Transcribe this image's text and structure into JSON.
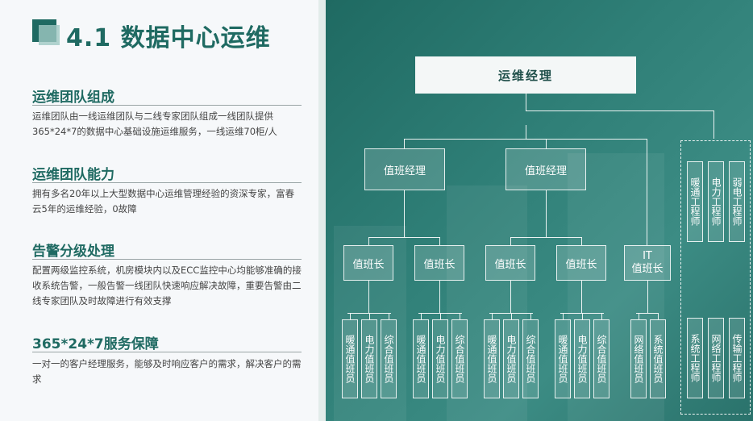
{
  "page_title": "4.1 数据中心运维",
  "sections": [
    {
      "heading": "运维团队组成",
      "body": "运维团队由一线运维团队与二线专家团队组成一线团队提供365*24*7的数据中心基础设施运维服务，一线运维70柜/人"
    },
    {
      "heading": "运维团队能力",
      "body": "拥有多名20年以上大型数据中心运维管理经验的资深专家，富春云5年的运维经验，0故障"
    },
    {
      "heading": "告警分级处理",
      "body": "配置两级监控系统，机房模块内以及ECC监控中心均能够准确的接收系统告警，一般告警一线团队快速响应解决故障，重要告警由二线专家团队及时故障进行有效支撑"
    },
    {
      "heading": "365*24*7服务保障",
      "body": "一对一的客户经理服务，能够及时响应客户的需求，解决客户的需求"
    }
  ],
  "org": {
    "manager": "运维经理",
    "shift_managers": [
      "值班经理",
      "值班经理"
    ],
    "team_leaders": [
      "值班长",
      "值班长",
      "值班长",
      "值班长",
      "IT\n值班长"
    ],
    "duty_staff": [
      [
        "暖通值班员",
        "电力值班员",
        "综合值班员"
      ],
      [
        "暖通值班员",
        "电力值班员",
        "综合值班员"
      ],
      [
        "暖通值班员",
        "电力值班员",
        "综合值班员"
      ],
      [
        "暖通值班员",
        "电力值班员",
        "综合值班员"
      ],
      [
        "网络值班员",
        "系统值班员"
      ]
    ],
    "engineers_top": [
      "暖通工程师",
      "电力工程师",
      "弱电工程师"
    ],
    "engineers_bottom": [
      "系统工程师",
      "网络工程师",
      "传输工程师"
    ]
  }
}
